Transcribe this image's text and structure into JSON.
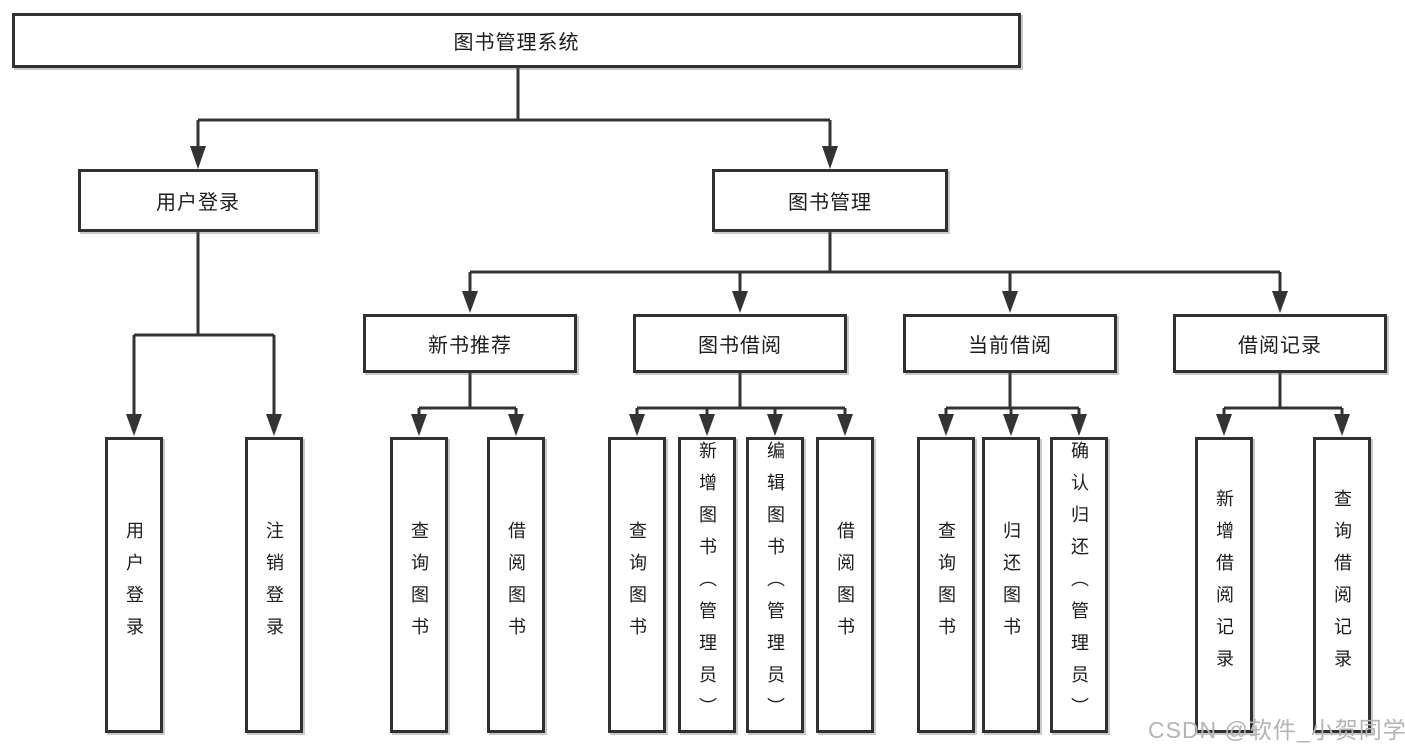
{
  "nodes": {
    "root": "图书管理系统",
    "user_login": "用户登录",
    "book_mgmt": "图书管理",
    "new_book_rec": "新书推荐",
    "book_borrow": "图书借阅",
    "current_borrow": "当前借阅",
    "borrow_records": "借阅记录",
    "login_leaf": "用户登录",
    "logout_leaf": "注销登录",
    "rec_query_books": "查询图书",
    "rec_borrow_books": "借阅图书",
    "bb_query_books": "查询图书",
    "bb_add_books": "新增图书（管理员）",
    "bb_edit_books": "编辑图书（管理员）",
    "bb_borrow_books": "借阅图书",
    "cb_query_books": "查询图书",
    "cb_return_books": "归还图书",
    "cb_confirm_return": "确认归还（管理员）",
    "br_add_record": "新增借阅记录",
    "br_query_record": "查询借阅记录"
  },
  "watermark": {
    "text": "CSDN @软件_小贺同学"
  },
  "colors": {
    "line": "#333333",
    "box_border": "#313131",
    "text": "#1c1c1c",
    "watermark": "#b4b4b4",
    "background": "#ffffff"
  }
}
